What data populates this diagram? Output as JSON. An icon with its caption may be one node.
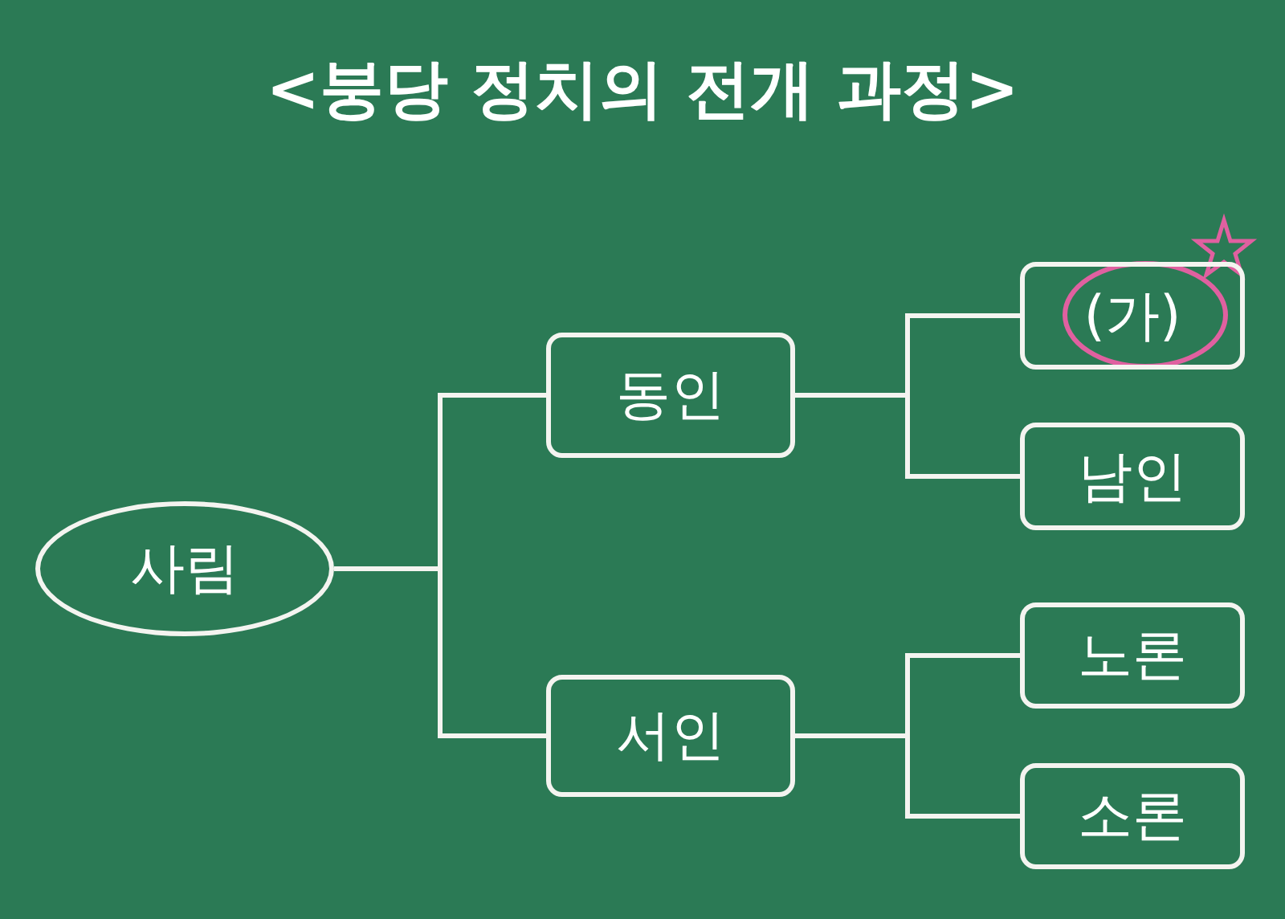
{
  "diagram": {
    "title": "<붕당 정치의 전개 과정>",
    "nodes": [
      {
        "text": [
          "사림"
        ]
      },
      {
        "text": [
          "동인"
        ]
      },
      {
        "text": [
          "서인"
        ]
      },
      {
        "text": [
          "(가)"
        ]
      },
      {
        "text": [
          "남인"
        ]
      },
      {
        "text": [
          "노론"
        ]
      },
      {
        "text": [
          "소론"
        ]
      }
    ],
    "edges": [
      {
        "from": 0,
        "to": 1,
        "arrow": "none"
      },
      {
        "from": 0,
        "to": 2,
        "arrow": "none"
      },
      {
        "from": 1,
        "to": 3,
        "arrow": "none"
      },
      {
        "from": 1,
        "to": 4,
        "arrow": "none"
      },
      {
        "from": 2,
        "to": 5,
        "arrow": "none"
      },
      {
        "from": 2,
        "to": 6,
        "arrow": "none"
      }
    ]
  }
}
